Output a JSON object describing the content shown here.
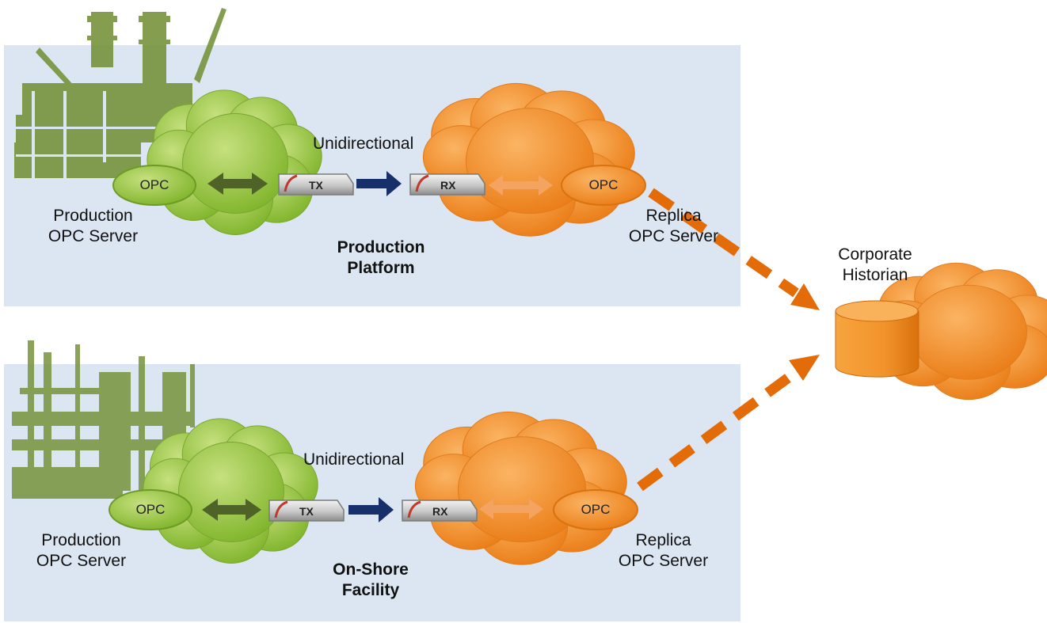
{
  "colors": {
    "panel_bg": "#dce6f2",
    "green_cloud": "#8fc43c",
    "orange_cloud": "#f08a24",
    "green_arrow": "#4f6228",
    "orange_arrow": "#f4a460",
    "navy_arrow": "#17306b",
    "dashed_arrow": "#e36c09",
    "silhouette_green": "#77933c"
  },
  "icons": {
    "platform_image": "offshore-platform-silhouette",
    "facility_image": "refinery-silhouette",
    "tx_device": "data-diode-tx-icon",
    "rx_device": "data-diode-rx-icon",
    "historian": "database-cylinder-icon"
  },
  "top": {
    "opc_left": "OPC",
    "opc_right": "OPC",
    "tx": "TX",
    "rx": "RX",
    "unidirectional": "Unidirectional",
    "production_server": "Production\nOPC Server",
    "replica_server": "Replica\nOPC Server",
    "site_title": "Production\nPlatform"
  },
  "bottom": {
    "opc_left": "OPC",
    "opc_right": "OPC",
    "tx": "TX",
    "rx": "RX",
    "unidirectional": "Unidirectional",
    "production_server": "Production\nOPC Server",
    "replica_server": "Replica\nOPC Server",
    "site_title": "On-Shore\nFacility"
  },
  "historian": {
    "label": "Corporate\nHistorian"
  }
}
